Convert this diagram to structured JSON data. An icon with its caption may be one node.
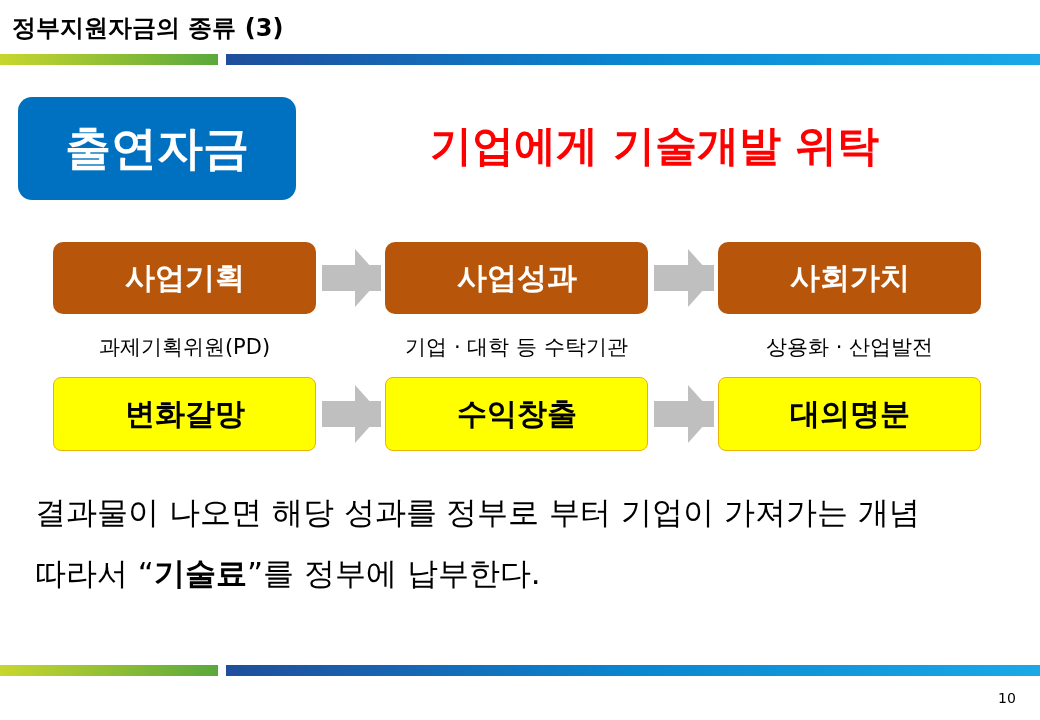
{
  "diagram": {
    "title": "정부지원자금의 종류 (3)",
    "nodes": [
      {
        "text": [
          "출연자금"
        ]
      },
      {
        "text": [
          "사업기획"
        ],
        "beside": [
          "과제기획위원(PD)"
        ]
      },
      {
        "text": [
          "사업성과"
        ],
        "beside": [
          "기업 · 대학 등 수탁기관"
        ]
      },
      {
        "text": [
          "사회가치"
        ],
        "beside": [
          "상용화 · 산업발전"
        ]
      },
      {
        "text": [
          "변화갈망"
        ]
      },
      {
        "text": [
          "수익창출"
        ]
      },
      {
        "text": [
          "대의명분"
        ]
      }
    ],
    "edges": [
      {
        "from": 1,
        "to": 2,
        "arrow": "to"
      },
      {
        "from": 2,
        "to": 3,
        "arrow": "to"
      },
      {
        "from": 4,
        "to": 5,
        "arrow": "to"
      },
      {
        "from": 5,
        "to": 6,
        "arrow": "to"
      }
    ],
    "labels": [
      "기업에게 기술개발 위탁",
      "결과물이 나오면 해당 성과를 정부로 부터 기업이 가져가는 개념",
      "따라서 “**기술료**”를 정부에 납부한다.",
      "10"
    ]
  }
}
